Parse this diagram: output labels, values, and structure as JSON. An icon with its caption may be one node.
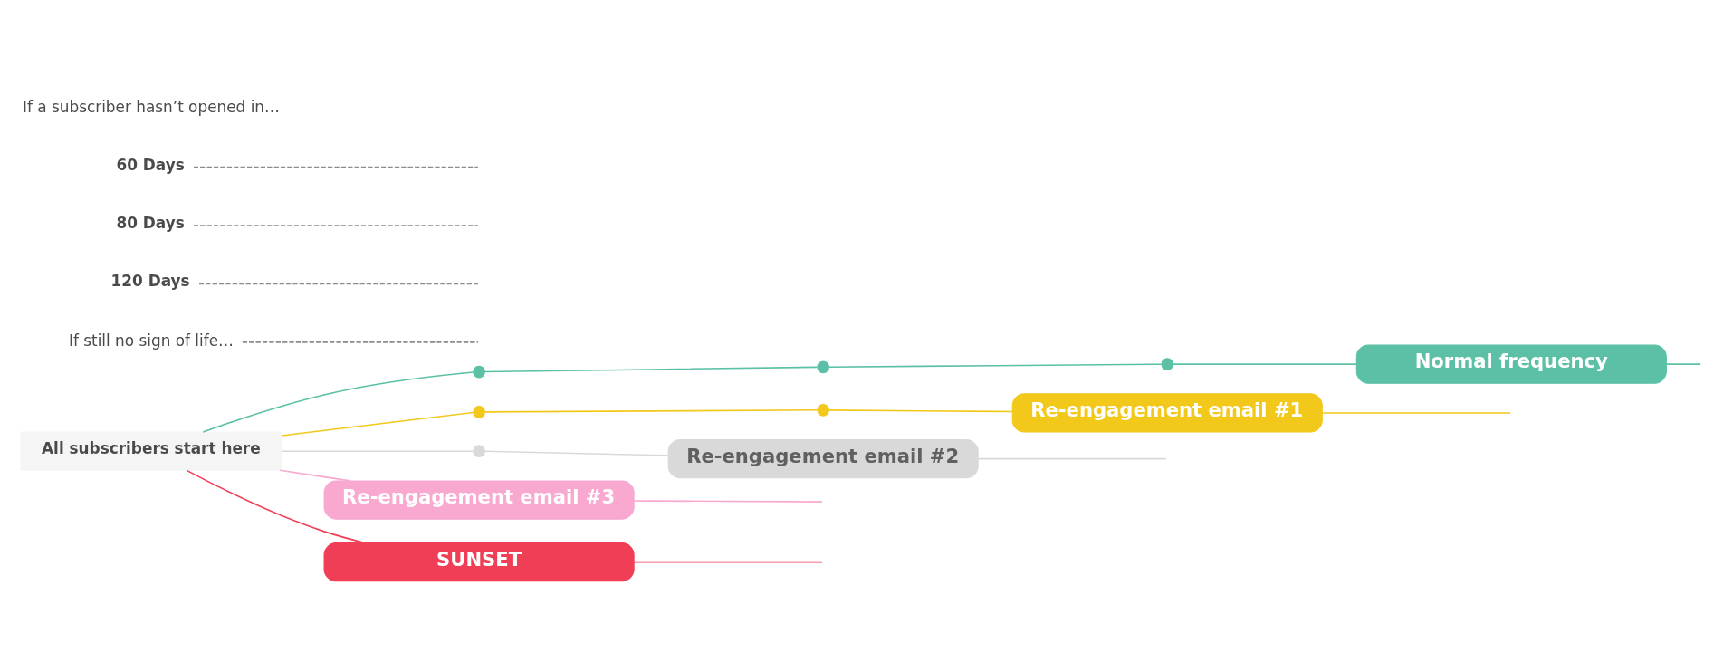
{
  "diagram": {
    "nodes": [
      {
        "text": [
          "All subscribers start here"
        ]
      },
      {
        "text": [],
        "shape": "circle"
      },
      {
        "text": [],
        "shape": "circle"
      },
      {
        "text": [],
        "shape": "circle"
      },
      {
        "text": [
          "Normal frequency"
        ]
      },
      {
        "text": [],
        "shape": "circle"
      },
      {
        "text": [],
        "shape": "circle"
      },
      {
        "text": [
          "Re-engagement email #1"
        ]
      },
      {
        "text": [],
        "shape": "circle"
      },
      {
        "text": [
          "Re-engagement email #2"
        ]
      },
      {
        "text": [
          "Re-engagement email #3"
        ]
      },
      {
        "text": [
          "SUNSET"
        ]
      },
      {
        "text": [
          "60 Days"
        ]
      },
      {
        "text": [
          "80 Days"
        ]
      },
      {
        "text": [
          "120 Days"
        ]
      },
      {
        "text": [
          "If still no sign of life…"
        ]
      }
    ],
    "edges": [
      {
        "from": 0,
        "to": 1,
        "arrow": "none",
        "color": "#5bc0a6"
      },
      {
        "from": 1,
        "to": 2,
        "arrow": "none",
        "color": "#5bc0a6"
      },
      {
        "from": 2,
        "to": 3,
        "arrow": "none",
        "color": "#5bc0a6"
      },
      {
        "from": 3,
        "to": 4,
        "arrow": "none",
        "color": "#5bc0a6"
      },
      {
        "from": 4,
        "to": null,
        "arrow": "none",
        "color": "#5bc0a6"
      },
      {
        "from": 0,
        "to": 5,
        "arrow": "none",
        "color": "#f2c81b"
      },
      {
        "from": 5,
        "to": 6,
        "arrow": "none",
        "color": "#f2c81b"
      },
      {
        "from": 6,
        "to": 7,
        "arrow": "none",
        "color": "#f2c81b"
      },
      {
        "from": 7,
        "to": null,
        "arrow": "none",
        "color": "#f2c81b"
      },
      {
        "from": 0,
        "to": 8,
        "arrow": "none",
        "color": "#d9d9d9"
      },
      {
        "from": 8,
        "to": 9,
        "arrow": "none",
        "color": "#d9d9d9"
      },
      {
        "from": 9,
        "to": null,
        "arrow": "none",
        "color": "#d9d9d9"
      },
      {
        "from": 0,
        "to": 10,
        "arrow": "none",
        "color": "#f9a8d0"
      },
      {
        "from": 10,
        "to": null,
        "arrow": "none",
        "color": "#f9a8d0"
      },
      {
        "from": 0,
        "to": 11,
        "arrow": "none",
        "color": "#ef3e56"
      },
      {
        "from": 11,
        "to": null,
        "arrow": "none",
        "color": "#ef3e56"
      },
      {
        "from": 12,
        "to": null,
        "arrow": "none",
        "style": "dashed",
        "color": "#8c8c8c"
      },
      {
        "from": 13,
        "to": null,
        "arrow": "none",
        "style": "dashed",
        "color": "#8c8c8c"
      },
      {
        "from": 14,
        "to": null,
        "arrow": "none",
        "style": "dashed",
        "color": "#8c8c8c"
      },
      {
        "from": 15,
        "to": null,
        "arrow": "none",
        "style": "dashed",
        "color": "#8c8c8c"
      }
    ],
    "labels": [
      "If a subscriber hasn’t opened in…"
    ]
  }
}
